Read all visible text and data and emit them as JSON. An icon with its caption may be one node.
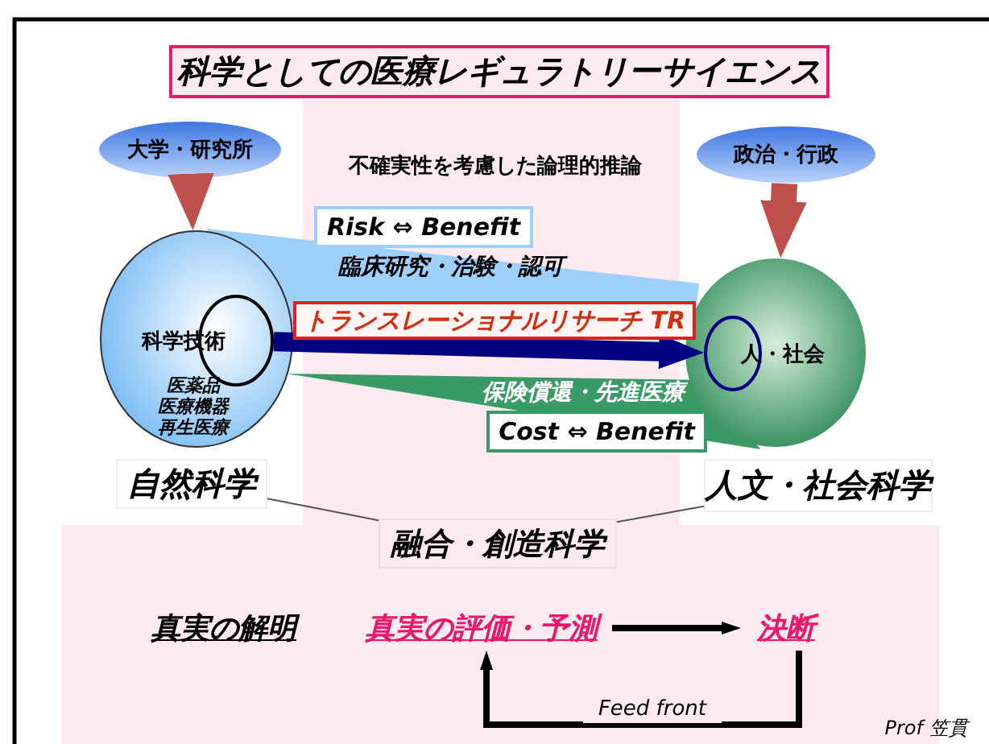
{
  "diagram": {
    "title": "科学としての医療レギュラトリーサイエンス",
    "nodes": [
      {
        "text": [
          "大学・研究所"
        ]
      },
      {
        "text": [
          "政治・行政"
        ]
      },
      {
        "text": [
          "医薬品",
          "医療機器",
          "再生医療"
        ]
      },
      {
        "text": [
          "科学技術"
        ],
        "in": 2
      },
      {
        "text": [],
        "shape": "circle"
      },
      {
        "text": [
          "人・社会"
        ],
        "in": 4
      },
      {
        "text": [
          "自然科学"
        ]
      },
      {
        "text": [
          "人文・社会科学"
        ]
      },
      {
        "text": [
          "融合・創造科学"
        ]
      },
      {
        "text": [
          "真実の解明"
        ]
      },
      {
        "text": [
          "真実の評価・予測"
        ]
      },
      {
        "text": [
          "決断"
        ]
      }
    ],
    "edges": [
      {
        "from": 0,
        "to": 2,
        "arrow": "to",
        "style": "thick",
        "color": "#c0504d"
      },
      {
        "from": 1,
        "to": 4,
        "arrow": "to",
        "style": "thick",
        "color": "#c0504d"
      },
      {
        "from": 3,
        "to": 5,
        "arrow": "to",
        "label": "トランスレーショナルリサーチ TR",
        "style": "thick",
        "color": "#000080"
      },
      {
        "from": 6,
        "to": 8,
        "arrow": "none",
        "color": "#555555"
      },
      {
        "from": 7,
        "to": 8,
        "arrow": "none",
        "color": "#555555"
      },
      {
        "from": 10,
        "to": 11,
        "arrow": "to",
        "color": "#000000"
      },
      {
        "from": 11,
        "to": 10,
        "arrow": "to",
        "label": "Feed front",
        "color": "#000000"
      }
    ],
    "labels": [
      "不確実性を考慮した論理的推論",
      "Risk ⇔ Benefit",
      "臨床研究・治験・認可",
      "保険償還・先進医療",
      "Cost ⇔ Benefit",
      "Prof 笠貫"
    ]
  }
}
